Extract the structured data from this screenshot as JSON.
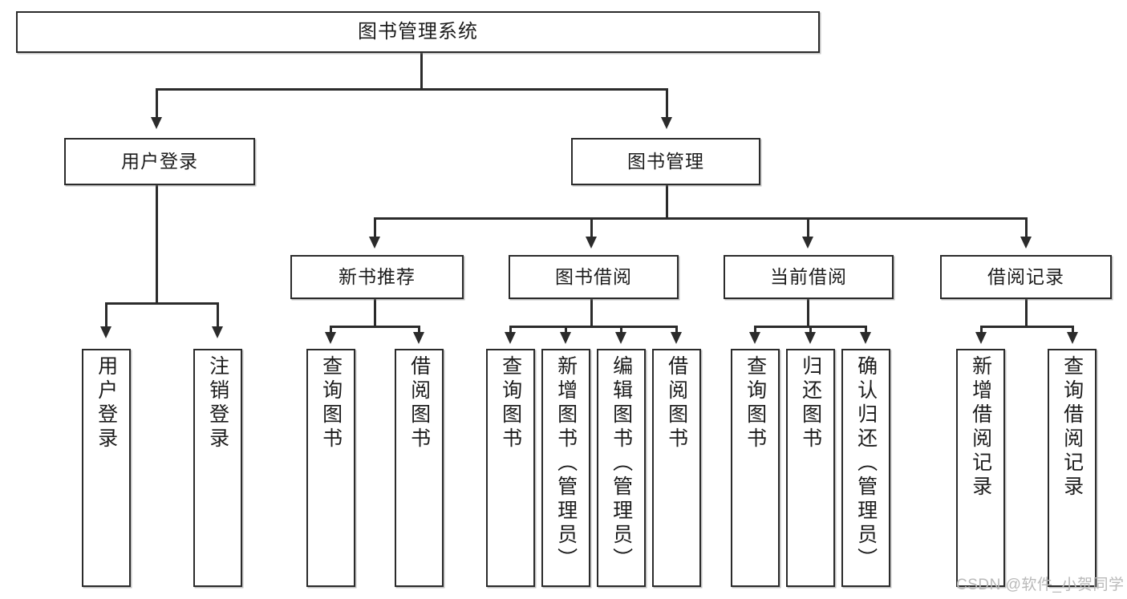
{
  "diagram": {
    "kind": "function-structure-tree",
    "root": {
      "id": "root",
      "label": "图书管理系统"
    },
    "level2": [
      {
        "id": "user-login",
        "label": "用户登录"
      },
      {
        "id": "book-manage",
        "label": "图书管理"
      }
    ],
    "level3": [
      {
        "id": "new-book-rec",
        "label": "新书推荐",
        "parent": "book-manage"
      },
      {
        "id": "book-borrow",
        "label": "图书借阅",
        "parent": "book-manage"
      },
      {
        "id": "current-borrow",
        "label": "当前借阅",
        "parent": "book-manage"
      },
      {
        "id": "borrow-record",
        "label": "借阅记录",
        "parent": "book-manage"
      }
    ],
    "leaves": [
      {
        "id": "leaf-user-login",
        "label": "用户登录",
        "parent": "user-login"
      },
      {
        "id": "leaf-user-logout",
        "label": "注销登录",
        "parent": "user-login"
      },
      {
        "id": "leaf-query-book-1",
        "label": "查询图书",
        "parent": "new-book-rec"
      },
      {
        "id": "leaf-borrow-book-1",
        "label": "借阅图书",
        "parent": "new-book-rec"
      },
      {
        "id": "leaf-query-book-2",
        "label": "查询图书",
        "parent": "book-borrow"
      },
      {
        "id": "leaf-add-book",
        "label": "新增图书（管理员）",
        "parent": "book-borrow"
      },
      {
        "id": "leaf-edit-book",
        "label": "编辑图书（管理员）",
        "parent": "book-borrow"
      },
      {
        "id": "leaf-borrow-book-2",
        "label": "借阅图书",
        "parent": "book-borrow"
      },
      {
        "id": "leaf-query-book-3",
        "label": "查询图书",
        "parent": "current-borrow"
      },
      {
        "id": "leaf-return-book",
        "label": "归还图书",
        "parent": "current-borrow"
      },
      {
        "id": "leaf-confirm-return",
        "label": "确认归还（管理员）",
        "parent": "current-borrow"
      },
      {
        "id": "leaf-add-record",
        "label": "新增借阅记录",
        "parent": "borrow-record"
      },
      {
        "id": "leaf-query-record",
        "label": "查询借阅记录",
        "parent": "borrow-record"
      }
    ]
  },
  "watermark": {
    "text": "CSDN @软件_小贺同学"
  },
  "colors": {
    "stroke": "#2b2b2b",
    "background": "#ffffff",
    "text": "#1c1c1c",
    "watermark": "#b9b9b9"
  }
}
